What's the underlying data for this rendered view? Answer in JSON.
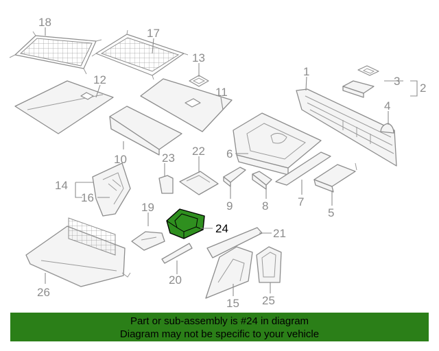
{
  "callouts": {
    "c1": "1",
    "c2": "2",
    "c3": "3",
    "c4": "4",
    "c5": "5",
    "c6": "6",
    "c7": "7",
    "c8": "8",
    "c9": "9",
    "c10": "10",
    "c11": "11",
    "c12": "12",
    "c13": "13",
    "c14": "14",
    "c15": "15",
    "c16": "16",
    "c17": "17",
    "c18": "18",
    "c19": "19",
    "c20": "20",
    "c21": "21",
    "c22": "22",
    "c23": "23",
    "c24": "24",
    "c25": "25",
    "c26": "26"
  },
  "highlight": {
    "part": "24",
    "color": "#2f8f1f"
  },
  "footer": {
    "line1": "Part or sub-assembly is #24 in diagram",
    "line2": "Diagram may not be specific to your vehicle",
    "background": "#2b7f18"
  }
}
